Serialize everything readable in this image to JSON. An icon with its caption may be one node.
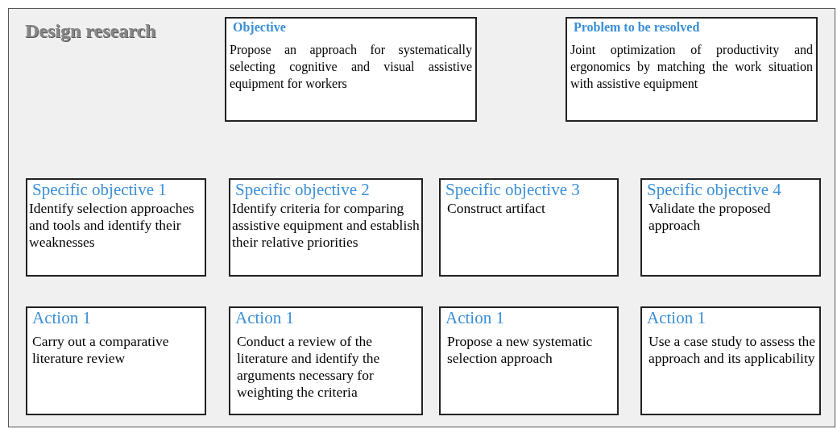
{
  "diagram": {
    "nodes": [
      {
        "text": [
          "Design research"
        ]
      },
      {
        "text": [
          "Objective",
          "Propose an approach for systematically selecting cognitive and visual assistive equipment for workers"
        ],
        "in": 0
      },
      {
        "text": [
          "Problem to be resolved",
          "Joint optimization of productivity and ergonomics by matching the work situation with assistive equipment"
        ],
        "in": 0
      },
      {
        "text": [
          "Specific objective 1",
          "Identify selection approaches and tools and identify their weaknesses"
        ],
        "in": 0
      },
      {
        "text": [
          "Specific objective 2",
          "Identify criteria for comparing assistive equipment and establish their relative priorities"
        ],
        "in": 0
      },
      {
        "text": [
          "Specific objective 3",
          "Construct artifact"
        ],
        "in": 0
      },
      {
        "text": [
          "Specific objective 4",
          "Validate the proposed approach"
        ],
        "in": 0
      },
      {
        "text": [
          "Action 1",
          "Carry out a comparative literature review"
        ],
        "in": 0
      },
      {
        "text": [
          "Action 1",
          "Conduct a review of the literature  and identify the arguments necessary for weighting the criteria"
        ],
        "in": 0
      },
      {
        "text": [
          "Action 1",
          "Propose a new systematic selection approach"
        ],
        "in": 0
      },
      {
        "text": [
          "Action 1",
          "Use a case study to assess the approach and its applicability"
        ],
        "in": 0
      }
    ]
  }
}
